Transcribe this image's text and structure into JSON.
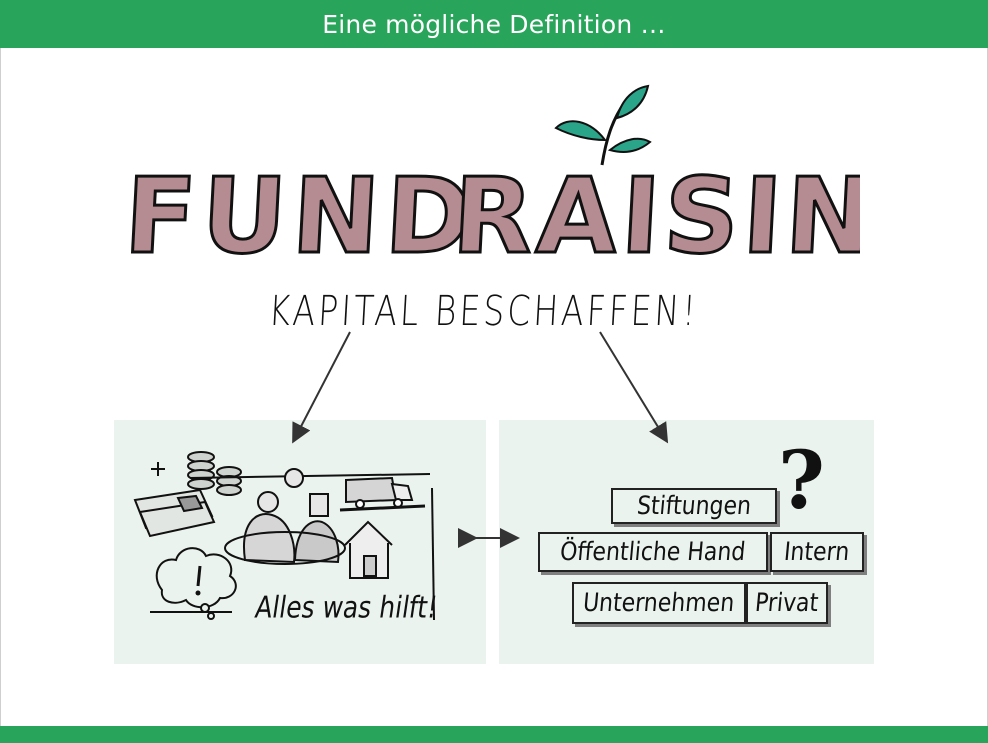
{
  "header": {
    "title": "Eine mögliche Definition …"
  },
  "main": {
    "title_word_1": "FUND",
    "title_word_2": "RAISING",
    "subtitle": "KAPITAL BESCHAFFEN!",
    "left_panel": {
      "caption": "Alles was hilft!"
    },
    "right_panel": {
      "boxes": {
        "stiftungen": "Stiftungen",
        "oeffentliche_hand": "Öffentliche Hand",
        "intern": "Intern",
        "unternehmen": "Unternehmen",
        "privat": "Privat"
      },
      "question_mark": "?"
    }
  },
  "colors": {
    "header_green": "#29a45b",
    "panel_green": "#eaf3ee",
    "title_fill": "#b58c91",
    "leaf_teal": "#2aa58a"
  }
}
